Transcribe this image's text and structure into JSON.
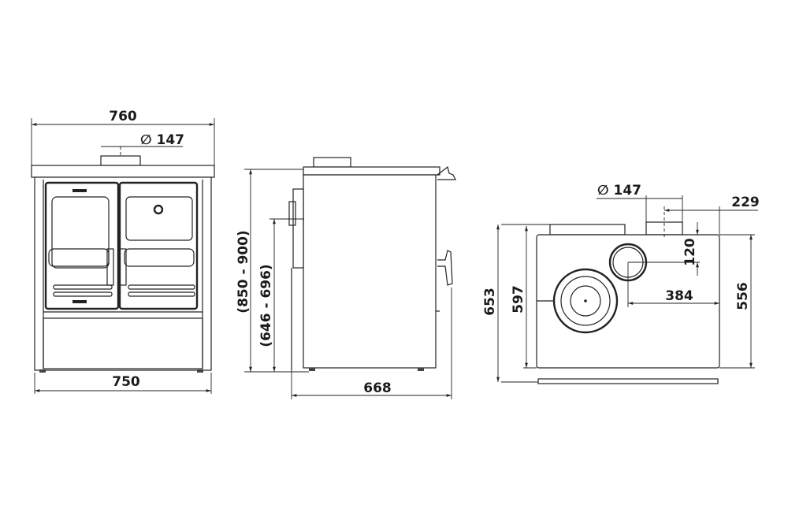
{
  "front_view": {
    "width_top": "760",
    "flue_diameter": "∅ 147",
    "width_body": "750"
  },
  "side_view": {
    "height_range": "(850 - 900)",
    "door_height_range": "(646 - 696)",
    "depth": "668"
  },
  "top_view": {
    "flue_diameter": "∅ 147",
    "flue_offset": "229",
    "flue_center_depth": "120",
    "flue_center_side": "384",
    "total_depth": "653",
    "body_depth": "597",
    "top_depth": "556"
  }
}
